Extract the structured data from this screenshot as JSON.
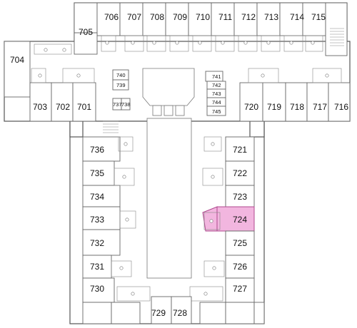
{
  "highlight": {
    "room": "724",
    "color": "#f2b6df"
  },
  "rooms": [
    {
      "id": "704",
      "size": "lg"
    },
    {
      "id": "705",
      "size": "lg"
    },
    {
      "id": "706",
      "size": "lg"
    },
    {
      "id": "707",
      "size": "lg"
    },
    {
      "id": "708",
      "size": "lg"
    },
    {
      "id": "709",
      "size": "lg"
    },
    {
      "id": "710",
      "size": "lg"
    },
    {
      "id": "711",
      "size": "lg"
    },
    {
      "id": "712",
      "size": "lg"
    },
    {
      "id": "713",
      "size": "lg"
    },
    {
      "id": "714",
      "size": "lg"
    },
    {
      "id": "715",
      "size": "lg"
    },
    {
      "id": "703",
      "size": "lg"
    },
    {
      "id": "702",
      "size": "lg"
    },
    {
      "id": "701",
      "size": "lg"
    },
    {
      "id": "720",
      "size": "lg"
    },
    {
      "id": "719",
      "size": "lg"
    },
    {
      "id": "718",
      "size": "lg"
    },
    {
      "id": "717",
      "size": "lg"
    },
    {
      "id": "716",
      "size": "lg"
    },
    {
      "id": "740",
      "size": "sm"
    },
    {
      "id": "739",
      "size": "sm"
    },
    {
      "id": "737",
      "size": "sm"
    },
    {
      "id": "738",
      "size": "sm"
    },
    {
      "id": "741",
      "size": "sm"
    },
    {
      "id": "742",
      "size": "sm"
    },
    {
      "id": "743",
      "size": "sm"
    },
    {
      "id": "744",
      "size": "sm"
    },
    {
      "id": "745",
      "size": "sm"
    },
    {
      "id": "736",
      "size": "lg"
    },
    {
      "id": "735",
      "size": "lg"
    },
    {
      "id": "734",
      "size": "lg"
    },
    {
      "id": "733",
      "size": "lg"
    },
    {
      "id": "732",
      "size": "lg"
    },
    {
      "id": "731",
      "size": "lg"
    },
    {
      "id": "730",
      "size": "lg"
    },
    {
      "id": "721",
      "size": "lg"
    },
    {
      "id": "722",
      "size": "lg"
    },
    {
      "id": "723",
      "size": "lg"
    },
    {
      "id": "724",
      "size": "lg"
    },
    {
      "id": "725",
      "size": "lg"
    },
    {
      "id": "726",
      "size": "lg"
    },
    {
      "id": "727",
      "size": "lg"
    },
    {
      "id": "729",
      "size": "lg"
    },
    {
      "id": "728",
      "size": "lg"
    }
  ]
}
